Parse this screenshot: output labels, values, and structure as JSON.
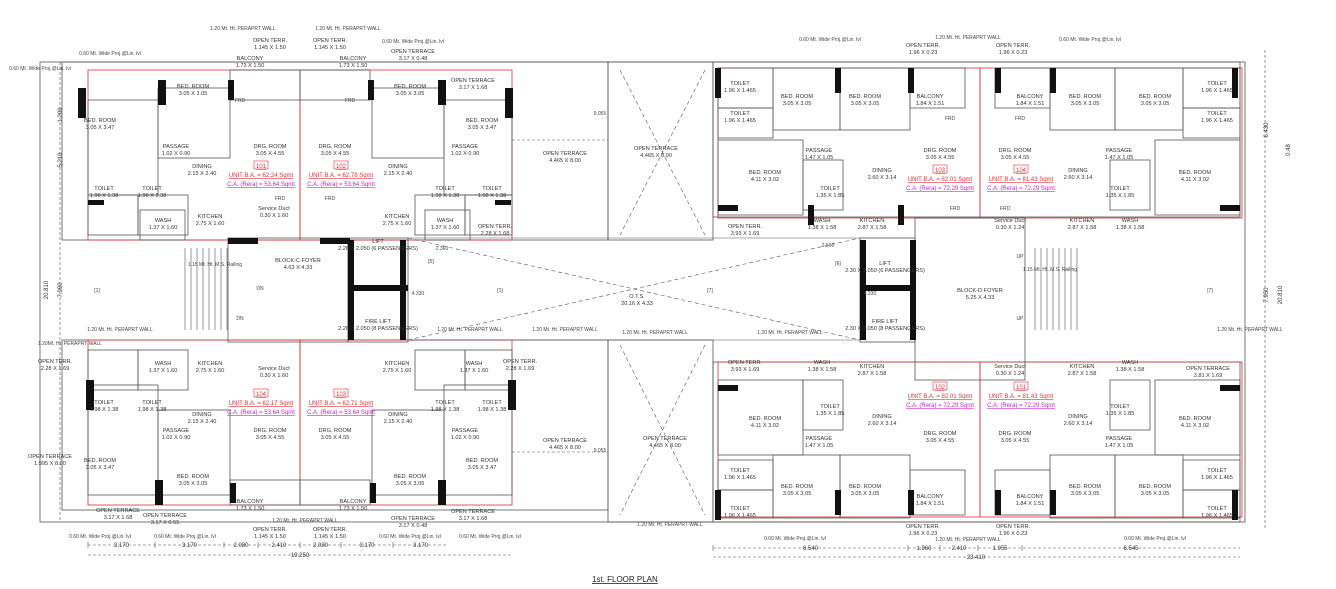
{
  "title": "1st. FLOOR PLAN",
  "colors": {
    "wall": "#111111",
    "unit_border": "#e0303a",
    "unit_area": "#e0303a",
    "carpet_area": "#d020d0",
    "line": "#555555"
  },
  "rooms": [
    {
      "name": "BED. ROOM",
      "dims": "3.05 X 3.47"
    },
    {
      "name": "BED. ROOM",
      "dims": "3.05 X 3.05"
    },
    {
      "name": "BALCONY",
      "dims": "1.73 X 1.50"
    },
    {
      "name": "BALCONY",
      "dims": "1.73 X 1.50"
    },
    {
      "name": "BED. ROOM",
      "dims": "3.05 X 3.05"
    },
    {
      "name": "BED. ROOM",
      "dims": "3.05 X 3.47"
    },
    {
      "name": "PASSAGE",
      "dims": "1.02 X 0.90"
    },
    {
      "name": "PASSAGE",
      "dims": "1.02 X 0.90"
    },
    {
      "name": "DINING",
      "dims": "2.15 X 2.40"
    },
    {
      "name": "DINING",
      "dims": "2.15 X 2.40"
    },
    {
      "name": "DRG. ROOM",
      "dims": "3.05 X 4.55"
    },
    {
      "name": "DRG. ROOM",
      "dims": "3.05 X 4.55"
    },
    {
      "name": "TOILET",
      "dims": "1.98 X 1.38"
    },
    {
      "name": "TOILET",
      "dims": "1.98 X 1.38"
    },
    {
      "name": "TOILET",
      "dims": "1.98 X 1.38"
    },
    {
      "name": "TOILET",
      "dims": "1.98 X 1.38"
    },
    {
      "name": "WASH",
      "dims": "1.37 X 1.60"
    },
    {
      "name": "WASH",
      "dims": "1.37 X 1.60"
    },
    {
      "name": "KITCHEN",
      "dims": "2.75 X 1.60"
    },
    {
      "name": "KITCHEN",
      "dims": "2.75 X 1.60"
    },
    {
      "name": "Service Duct",
      "dims": "0.30 X 1.60"
    },
    {
      "name": "OPEN TERR.",
      "dims": "2.28 X 1.68"
    },
    {
      "name": "OPEN TERRACE",
      "dims": "4.465 X 8.00"
    },
    {
      "name": "OPEN TERRACE",
      "dims": "4.465 X 8.00"
    },
    {
      "name": "BLOCK-C FOYER",
      "dims": "4.63 X 4.33"
    },
    {
      "name": "LIFT",
      "dims": "2.26 X 2.050 (6 PASSENGERS)"
    },
    {
      "name": "FIRE LIFT",
      "dims": "2.26 X 2.050 (8 PASSENGERS)"
    },
    {
      "name": "O.T.S.",
      "dims": "20.16 X 4.33"
    },
    {
      "name": "OPEN TERR.",
      "dims": "1.145 X 1.50"
    },
    {
      "name": "OPEN TERR.",
      "dims": "1.145 X 1.50"
    },
    {
      "name": "OPEN TERRACE",
      "dims": "3.17 X 0.48"
    },
    {
      "name": "OPEN TERRACE",
      "dims": "3.17 X 1.68"
    },
    {
      "name": "OPEN TERR.",
      "dims": "2.28 X 1.69"
    },
    {
      "name": "WASH",
      "dims": "1.37 X 1.60"
    },
    {
      "name": "KITCHEN",
      "dims": "2.75 X 1.60"
    },
    {
      "name": "Service Duct",
      "dims": "0.30 X 1.60"
    },
    {
      "name": "KITCHEN",
      "dims": "2.75 X 1.60"
    },
    {
      "name": "WASH",
      "dims": "1.37 X 1.60"
    },
    {
      "name": "OPEN TERR.",
      "dims": "2.28 X 1.69"
    },
    {
      "name": "TOILET",
      "dims": "1.98 X 1.38"
    },
    {
      "name": "TOILET",
      "dims": "1.98 X 1.38"
    },
    {
      "name": "TOILET",
      "dims": "1.98 X 1.38"
    },
    {
      "name": "TOILET",
      "dims": "1.98 X 1.38"
    },
    {
      "name": "DINING",
      "dims": "2.15 X 2.40"
    },
    {
      "name": "DINING",
      "dims": "2.15 X 2.40"
    },
    {
      "name": "PASSAGE",
      "dims": "1.02 X 0.90"
    },
    {
      "name": "PASSAGE",
      "dims": "1.02 X 0.90"
    },
    {
      "name": "DRG. ROOM",
      "dims": "3.05 X 4.55"
    },
    {
      "name": "DRG. ROOM",
      "dims": "3.05 X 4.55"
    },
    {
      "name": "OPEN TERRACE",
      "dims": "1.995 X 8.00"
    },
    {
      "name": "BED. ROOM",
      "dims": "3.05 X 3.47"
    },
    {
      "name": "BED. ROOM",
      "dims": "3.05 X 3.05"
    },
    {
      "name": "BED. ROOM",
      "dims": "3.05 X 3.05"
    },
    {
      "name": "BED. ROOM",
      "dims": "3.05 X 3.47"
    },
    {
      "name": "BALCONY",
      "dims": "1.73 X 1.50"
    },
    {
      "name": "BALCONY",
      "dims": "1.73 X 1.50"
    },
    {
      "name": "OPEN TERRACE",
      "dims": "3.17 X 1.68"
    },
    {
      "name": "OPEN TERRACE",
      "dims": "3.17 X 0.55"
    },
    {
      "name": "OPEN TERRACE",
      "dims": "3.17 X 0.48"
    },
    {
      "name": "OPEN TERRACE",
      "dims": "3.17 X 1.68"
    },
    {
      "name": "OPEN TERR.",
      "dims": "1.145 X 1.50"
    },
    {
      "name": "OPEN TERR.",
      "dims": "1.145 X 1.50"
    },
    {
      "name": "OPEN TERRACE",
      "dims": "4.465 X 8.00"
    },
    {
      "name": "OPEN TERRACE",
      "dims": "4.465 X 8.00"
    },
    {
      "name": "TOILET",
      "dims": "1.96 X 1.465"
    },
    {
      "name": "TOILET",
      "dims": "1.96 X 1.465"
    },
    {
      "name": "BED. ROOM",
      "dims": "3.05 X 3.05"
    },
    {
      "name": "BED. ROOM",
      "dims": "3.05 X 3.05"
    },
    {
      "name": "BALCONY",
      "dims": "1.84 X 1.51"
    },
    {
      "name": "BALCONY",
      "dims": "1.84 X 1.51"
    },
    {
      "name": "BED. ROOM",
      "dims": "3.05 X 3.05"
    },
    {
      "name": "BED. ROOM",
      "dims": "3.05 X 3.05"
    },
    {
      "name": "TOILET",
      "dims": "1.96 X 1.465"
    },
    {
      "name": "TOILET",
      "dims": "1.96 X 1.465"
    },
    {
      "name": "PASSAGE",
      "dims": "1.47 X 1.05"
    },
    {
      "name": "PASSAGE",
      "dims": "1.47 X 1.05"
    },
    {
      "name": "BED. ROOM",
      "dims": "4.11 X 3.02"
    },
    {
      "name": "BED. ROOM",
      "dims": "4.11 X 3.02"
    },
    {
      "name": "TOILET",
      "dims": "1.35 X 1.85"
    },
    {
      "name": "TOILET",
      "dims": "1.35 X 1.85"
    },
    {
      "name": "DINING",
      "dims": "2.60 X 3.14"
    },
    {
      "name": "DINING",
      "dims": "2.60 X 3.14"
    },
    {
      "name": "DRG. ROOM",
      "dims": "3.05 X 4.55"
    },
    {
      "name": "DRG. ROOM",
      "dims": "3.05 X 4.55"
    },
    {
      "name": "KITCHEN",
      "dims": "2.87 X 1.58"
    },
    {
      "name": "KITCHEN",
      "dims": "2.87 X 1.58"
    },
    {
      "name": "WASH",
      "dims": "1.38 X 1.58"
    },
    {
      "name": "WASH",
      "dims": "1.38 X 1.58"
    },
    {
      "name": "OPEN TERR.",
      "dims": "3.93 X 1.69"
    },
    {
      "name": "Service Duct",
      "dims": "0.30 X 1.24"
    },
    {
      "name": "BLOCK-D FOYER",
      "dims": "5.25 X 4.33"
    },
    {
      "name": "LIFT",
      "dims": "2.30 X 2.050 (6 PASSENGERS)"
    },
    {
      "name": "FIRE LIFT",
      "dims": "2.30 X 2.050 (8 PASSENGERS)"
    },
    {
      "name": "OPEN TERR.",
      "dims": "3.93 X 1.69"
    },
    {
      "name": "WASH",
      "dims": "1.38 X 1.58"
    },
    {
      "name": "KITCHEN",
      "dims": "2.87 X 1.58"
    },
    {
      "name": "Service Duct",
      "dims": "0.30 X 1.24"
    },
    {
      "name": "KITCHEN",
      "dims": "2.87 X 1.58"
    },
    {
      "name": "WASH",
      "dims": "1.38 X 1.58"
    },
    {
      "name": "OPEN TERRACE",
      "dims": "3.81 X 1.69"
    },
    {
      "name": "TOILET",
      "dims": "1.35 X 1.85"
    },
    {
      "name": "TOILET",
      "dims": "1.35 X 1.85"
    },
    {
      "name": "BED. ROOM",
      "dims": "4.11 X 3.02"
    },
    {
      "name": "BED. ROOM",
      "dims": "4.11 X 3.02"
    },
    {
      "name": "DINING",
      "dims": "2.60 X 3.14"
    },
    {
      "name": "DINING",
      "dims": "2.60 X 3.14"
    },
    {
      "name": "DRG. ROOM",
      "dims": "3.05 X 4.55"
    },
    {
      "name": "DRG. ROOM",
      "dims": "3.05 X 4.55"
    },
    {
      "name": "PASSAGE",
      "dims": "1.47 X 1.05"
    },
    {
      "name": "PASSAGE",
      "dims": "1.47 X 1.05"
    },
    {
      "name": "TOILET",
      "dims": "1.96 X 1.465"
    },
    {
      "name": "TOILET",
      "dims": "1.96 X 1.465"
    },
    {
      "name": "BED. ROOM",
      "dims": "3.05 X 3.05"
    },
    {
      "name": "BED. ROOM",
      "dims": "3.05 X 3.05"
    },
    {
      "name": "BALCONY",
      "dims": "1.84 X 1.51"
    },
    {
      "name": "BALCONY",
      "dims": "1.84 X 1.51"
    },
    {
      "name": "BED. ROOM",
      "dims": "3.05 X 3.05"
    },
    {
      "name": "BED. ROOM",
      "dims": "3.05 X 3.05"
    },
    {
      "name": "TOILET",
      "dims": "1.96 X 1.465"
    },
    {
      "name": "TOILET",
      "dims": "1.96 X 1.465"
    },
    {
      "name": "OPEN TERR.",
      "dims": "1.96 X 0.23"
    },
    {
      "name": "OPEN TERR.",
      "dims": "1.96 X 0.23"
    },
    {
      "name": "OPEN TERR.",
      "dims": "1.96 X 0.23"
    },
    {
      "name": "OPEN TERR.",
      "dims": "1.96 X 0.23"
    }
  ],
  "units": [
    {
      "no": "101",
      "ba": "UNIT B.A. = 62.24 Sqmt",
      "ca": "C.A. (Rera) = 53.64 Sqmt"
    },
    {
      "no": "102",
      "ba": "UNIT B.A. = 62.78 Sqmt",
      "ca": "C.A. (Rera) = 53.64 Sqmt"
    },
    {
      "no": "104",
      "ba": "UNIT B.A. = 62.17 Sqmt",
      "ca": "C.A. (Rera) = 53.64 Sqmt"
    },
    {
      "no": "103",
      "ba": "UNIT B.A. = 62.71 Sqmt",
      "ca": "C.A. (Rera) = 53.64 Sqmt"
    },
    {
      "no": "103",
      "ba": "UNIT B.A. = 82.01 Sqmt",
      "ca": "C.A. (Rera) = 72.29 Sqmt"
    },
    {
      "no": "104",
      "ba": "UNIT B.A. = 81.43 Sqmt",
      "ca": "C.A. (Rera) = 72.29 Sqmt"
    },
    {
      "no": "102",
      "ba": "UNIT B.A. = 82.01 Sqmt",
      "ca": "C.A. (Rera) = 72.29 Sqmt"
    },
    {
      "no": "101",
      "ba": "UNIT B.A. = 81.43 Sqmt",
      "ca": "C.A. (Rera) = 72.29 Sqmt"
    }
  ],
  "annotations": [
    "1.20 Mt. Ht. PERAPRT WALL",
    "1.20 Mt. Ht. PERAPRT WALL",
    "0.60 Mt. Wide Proj.@Lin. lvl",
    "0.60 Mt. Wide Proj.@Lin. lvl",
    "0.60 Mt. Wide Proj.@Lin. lvl",
    "0.60 Mt. Wide Proj.@Lin. lvl",
    "1.20 Mt. Ht. PERAPRT WALL",
    "0.60 Mt. Wide Proj.@Lin. lvl",
    "1.20 Mt. Ht. PERAPRT WALL",
    "1.20 Mt. Ht. PERAPRT WALL",
    "1.20 Mt. Ht. PERAPRT WALL",
    "1.20 Mt. Ht. PERAPRT WALL",
    "1.20Mt. Ht. PERAPRT WALL",
    "1.20 Mt. Ht. PERAPRT WALL",
    "1.20 Mt. Ht. PERAPRT WALL",
    "1.20 Mt. Ht. PERAPRT WALL",
    "0.60 Mt. Wide Proj.@Lin. lvl",
    "0.60 Mt. Wide Proj.@Lin. lvl",
    "1.20 Mt. Ht. PERAPRT WALL",
    "0.60 Mt. Wide Proj.@Lin. lvl",
    "0.60 Mt. Wide Proj.@Lin. lvl",
    "0.60 Mt. Wide Proj.@Lin. lvl",
    "1.20 Mt. Ht. PERAPRT WALL",
    "0.60 Mt. Wide Proj.@Lin. lvl",
    "1.15 Mt. Ht. M.S. Railing",
    "1.15 Mt. Ht. M.S. Railing",
    "DN",
    "UP",
    "DN",
    "UP",
    "FRD",
    "FRD",
    "FRD",
    "FRD",
    "FRD",
    "FRD",
    "FRD",
    "FRD",
    "[1]",
    "[1]",
    "[5]",
    "[6]",
    "[7]",
    "[7]",
    "2.360",
    "2.560",
    "4.330",
    "4.330",
    "9.055",
    "9.055"
  ],
  "dimensions": {
    "block_c_bottom": [
      "3.170",
      "3.170",
      "2.080",
      "2.410",
      "2.080",
      "3.170",
      "3.170"
    ],
    "block_c_total": "19.250",
    "block_d_bottom": [
      "6.540",
      "1.960",
      "2.410",
      "1.955",
      "6.545"
    ],
    "block_d_total": "23.410",
    "left_vertical": [
      "1.200",
      "5.210",
      "7.990",
      "20.810"
    ],
    "right_vertical": [
      "6.430",
      "7.950",
      "20.810",
      "0.48"
    ]
  }
}
